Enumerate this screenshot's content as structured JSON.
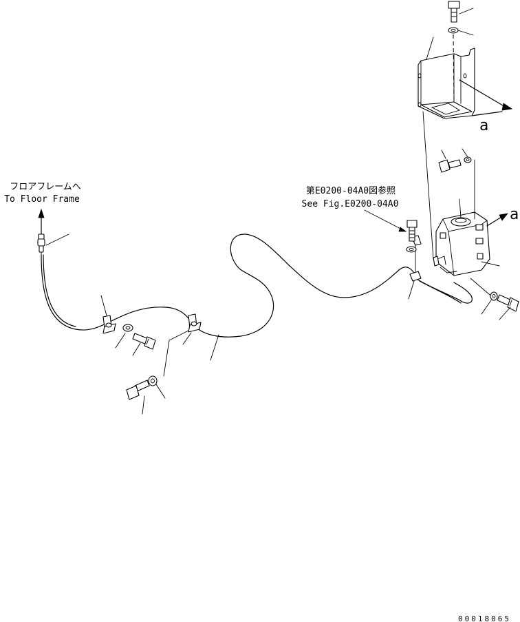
{
  "labels": {
    "floor_frame_jp": "フロアフレームへ",
    "floor_frame_en": "To Floor Frame",
    "see_fig_jp": "第E0200-04A0図参照",
    "see_fig_en": "See Fig.E0200-04A0",
    "view_a_top": "a",
    "view_a_right": "a",
    "drawing_number": "00018065"
  }
}
